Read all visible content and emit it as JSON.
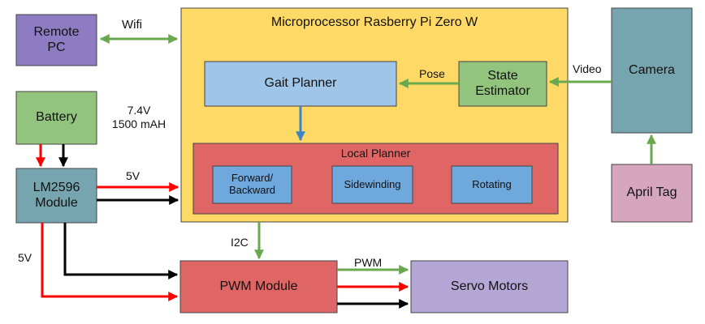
{
  "blocks": {
    "remote_pc": "Remote\nPC",
    "battery": "Battery",
    "lm2596": "LM2596\nModule",
    "microprocessor": "Microprocessor Rasberry Pi Zero W",
    "gait_planner": "Gait Planner",
    "state_estimator": "State\nEstimator",
    "local_planner": "Local Planner",
    "forward_backward": "Forward/\nBackward",
    "sidewinding": "Sidewinding",
    "rotating": "Rotating",
    "camera": "Camera",
    "april_tag": "April Tag",
    "pwm_module": "PWM Module",
    "servo_motors": "Servo Motors"
  },
  "edge_labels": {
    "wifi": "Wifi",
    "battery_spec": "7.4V\n1500 mAH",
    "five_v_top": "5V",
    "five_v_left": "5V",
    "pose": "Pose",
    "video": "Video",
    "i2c": "I2C",
    "pwm": "PWM"
  },
  "colors": {
    "purple": "#8e7cc3",
    "green": "#93c47d",
    "teal": "#76a5af",
    "yellow": "#ffd966",
    "light_blue": "#9fc5e8",
    "red_block": "#e06666",
    "blue_inner": "#6fa8dc",
    "pink": "#d5a6bd",
    "lavender": "#b4a7d6",
    "green_arrow": "#6aa84f",
    "red_wire": "#ff0000",
    "black_wire": "#000000",
    "blue_arrow": "#3d85c6"
  }
}
